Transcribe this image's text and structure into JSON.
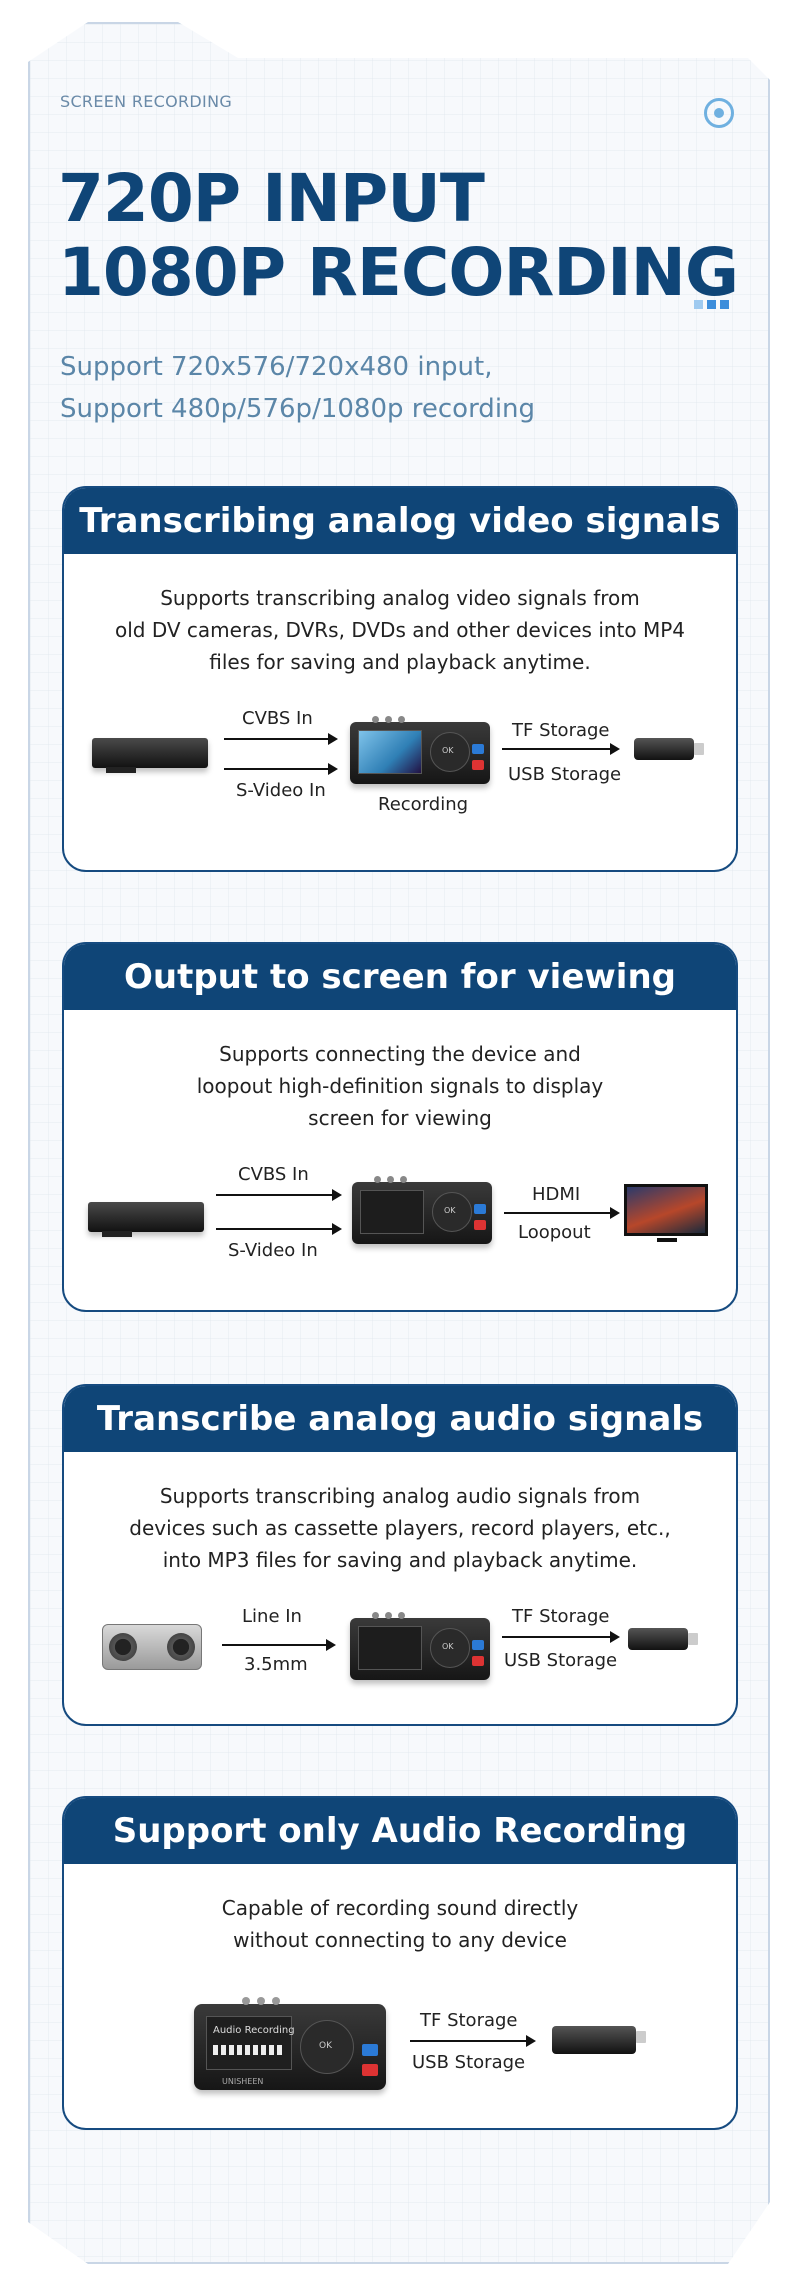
{
  "header": {
    "label": "SCREEN RECORDING",
    "headline_line1": "720P INPUT",
    "headline_line2": "1080P RECORDING",
    "sub_line1": "Support 720x576/720x480 input,",
    "sub_line2": "Support 480p/576p/1080p recording"
  },
  "cards": [
    {
      "title": "Transcribing analog video signals",
      "desc": [
        "Supports transcribing analog video signals from",
        "old DV cameras, DVRs, DVDs and other devices into MP4",
        "files for saving and playback anytime."
      ],
      "in_top": "CVBS  In",
      "in_bottom": "S-Video In",
      "device_label": "Recording",
      "out_top": "TF Storage",
      "out_bottom": "USB Storage"
    },
    {
      "title": "Output to screen for viewing",
      "desc": [
        "Supports connecting the device and",
        "loopout high-definition signals to display",
        "screen for viewing"
      ],
      "in_top": "CVBS In",
      "in_bottom": "S-Video In",
      "out_top": "HDMI",
      "out_bottom": "Loopout"
    },
    {
      "title": "Transcribe analog audio signals",
      "desc": [
        "Supports transcribing analog audio signals from",
        "devices such as cassette players, record players, etc.,",
        "into MP3 files for saving and playback anytime."
      ],
      "in_top": "Line In",
      "in_bottom": "3.5mm",
      "out_top": "TF Storage",
      "out_bottom": "USB Storage"
    },
    {
      "title": "Support only Audio Recording",
      "desc": [
        "Capable of recording sound directly",
        "without connecting to any device"
      ],
      "device_screen_text": "Audio Recording",
      "device_brand": "UNISHEEN",
      "out_top": "TF Storage",
      "out_bottom": "USB Storage"
    }
  ],
  "icons": {
    "top_right": "target-icon",
    "devices": [
      "dvd-player-icon",
      "recorder-icon",
      "usb-drive-icon",
      "tv-icon",
      "boombox-icon",
      "audio-recorder-icon"
    ]
  },
  "colors": {
    "primary": "#0f4577",
    "accent": "#3c8ddb",
    "subtext": "#5b86a8"
  }
}
